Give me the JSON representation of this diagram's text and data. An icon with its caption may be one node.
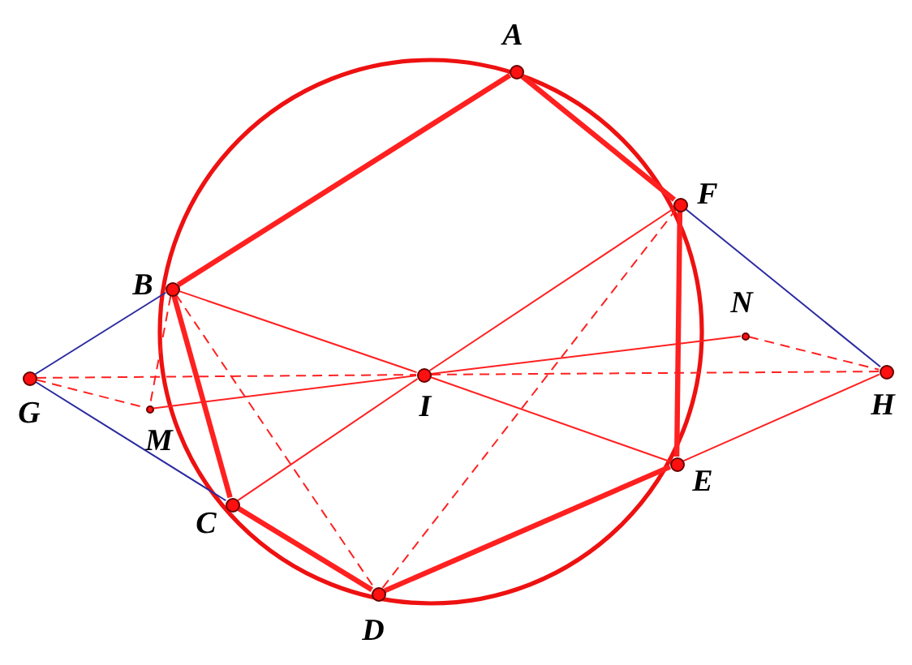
{
  "diagram": {
    "nodes": [
      {
        "text": [
          "A"
        ]
      },
      {
        "text": [
          "F"
        ]
      },
      {
        "text": [
          "B"
        ]
      },
      {
        "text": [
          "N"
        ]
      },
      {
        "text": [
          "G"
        ]
      },
      {
        "text": [
          "I"
        ]
      },
      {
        "text": [
          "H"
        ]
      },
      {
        "text": [
          "M"
        ]
      },
      {
        "text": [
          "C"
        ]
      },
      {
        "text": [
          "E"
        ]
      },
      {
        "text": [
          "D"
        ]
      }
    ],
    "edges": [
      {
        "from": 0,
        "to": 2,
        "arrow": "none",
        "style": "thick"
      },
      {
        "from": 0,
        "to": 1,
        "arrow": "none",
        "style": "thick"
      },
      {
        "from": 1,
        "to": 9,
        "arrow": "none",
        "style": "thick"
      },
      {
        "from": 9,
        "to": 10,
        "arrow": "none",
        "style": "thick"
      },
      {
        "from": 10,
        "to": 8,
        "arrow": "none",
        "style": "thick"
      },
      {
        "from": 8,
        "to": 2,
        "arrow": "none",
        "style": "thick"
      },
      {
        "from": 2,
        "to": 5,
        "arrow": "none"
      },
      {
        "from": 5,
        "to": 9,
        "arrow": "none"
      },
      {
        "from": 8,
        "to": 5,
        "arrow": "none"
      },
      {
        "from": 5,
        "to": 1,
        "arrow": "none"
      },
      {
        "from": 7,
        "to": 5,
        "arrow": "none"
      },
      {
        "from": 5,
        "to": 3,
        "arrow": "none"
      },
      {
        "from": 9,
        "to": 6,
        "arrow": "none"
      },
      {
        "from": 4,
        "to": 2,
        "arrow": "none",
        "color": "#2a2aa0"
      },
      {
        "from": 4,
        "to": 8,
        "arrow": "none",
        "color": "#2a2aa0"
      },
      {
        "from": 1,
        "to": 6,
        "arrow": "none",
        "color": "#2a2aa0"
      },
      {
        "from": 4,
        "to": 5,
        "arrow": "none",
        "style": "dashed"
      },
      {
        "from": 5,
        "to": 6,
        "arrow": "none",
        "style": "dashed"
      },
      {
        "from": 4,
        "to": 7,
        "arrow": "none",
        "style": "dashed"
      },
      {
        "from": 2,
        "to": 7,
        "arrow": "none",
        "style": "dashed"
      },
      {
        "from": 3,
        "to": 6,
        "arrow": "none",
        "style": "dashed"
      },
      {
        "from": 2,
        "to": 10,
        "arrow": "none",
        "style": "dashed"
      },
      {
        "from": 10,
        "to": 1,
        "arrow": "none",
        "style": "dashed"
      }
    ]
  }
}
